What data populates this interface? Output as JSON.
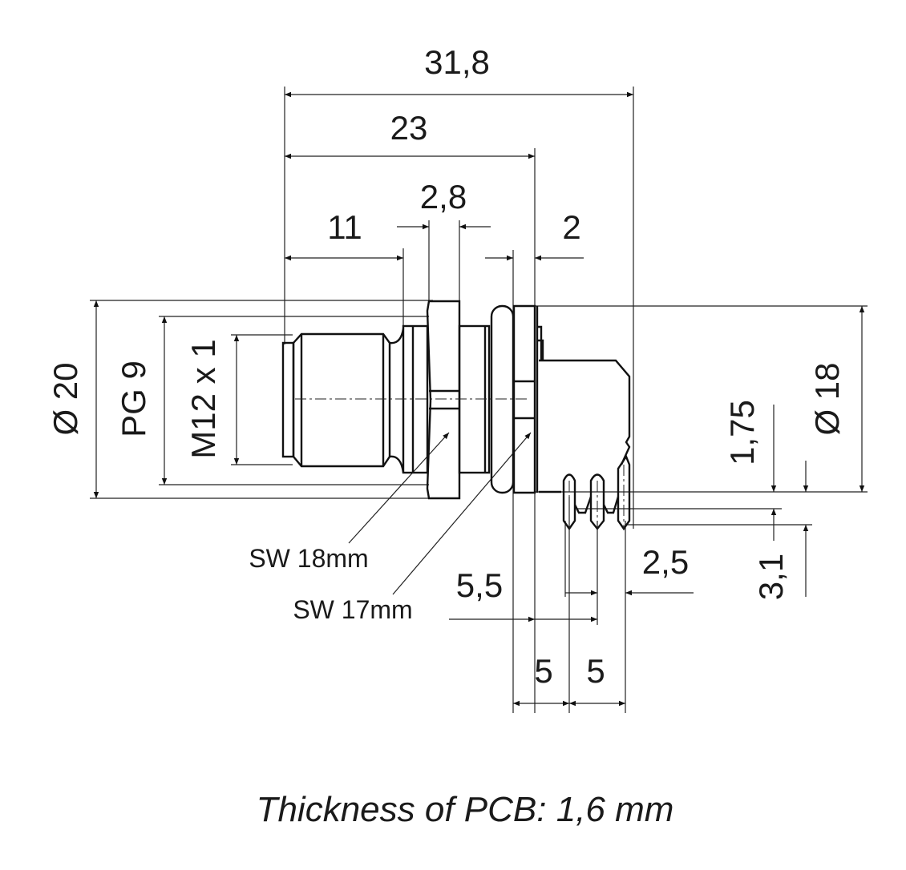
{
  "dimensions": {
    "overall_length": "31,8",
    "to_flange": "23",
    "thread_length": "11",
    "nut_width": "2,8",
    "flange_width": "2",
    "diameter_outer": "Ø 20",
    "pg_thread": "PG 9",
    "m12_thread": "M12 x 1",
    "diameter_flange": "Ø 18",
    "pin_offset_vertical": "1,75",
    "pin_length": "3,1",
    "pin_offset_horizontal": "5,5",
    "pin_spacing_small": "2,5",
    "pin_pitch_1": "5",
    "pin_pitch_2": "5"
  },
  "labels": {
    "wrench_size_1": "SW 18mm",
    "wrench_size_2": "SW 17mm"
  },
  "caption": "Thickness of PCB: 1,6 mm"
}
